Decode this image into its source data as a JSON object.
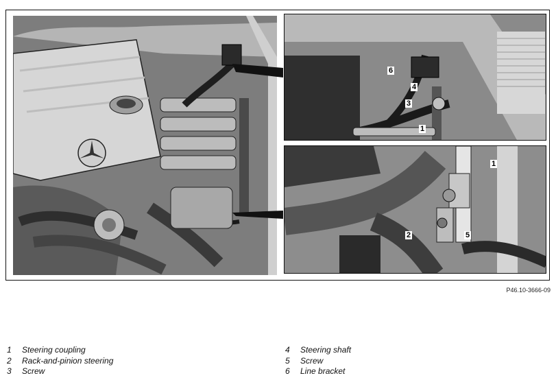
{
  "figure": {
    "reference": "P46.10-3666-09",
    "callouts": {
      "c1_top": "1",
      "c3": "3",
      "c4": "4",
      "c6": "6",
      "c1_bottom": "1",
      "c2": "2",
      "c5": "5"
    }
  },
  "legend": {
    "left": [
      {
        "num": "1",
        "text": "Steering coupling"
      },
      {
        "num": "2",
        "text": "Rack-and-pinion steering"
      },
      {
        "num": "3",
        "text": "Screw"
      }
    ],
    "right": [
      {
        "num": "4",
        "text": "Steering shaft"
      },
      {
        "num": "5",
        "text": "Screw"
      },
      {
        "num": "6",
        "text": "Line bracket"
      }
    ]
  },
  "colors": {
    "engine_dark": "#3a3a3a",
    "engine_mid": "#8c8c8c",
    "engine_light": "#d4d4d4",
    "outline": "#111111"
  }
}
